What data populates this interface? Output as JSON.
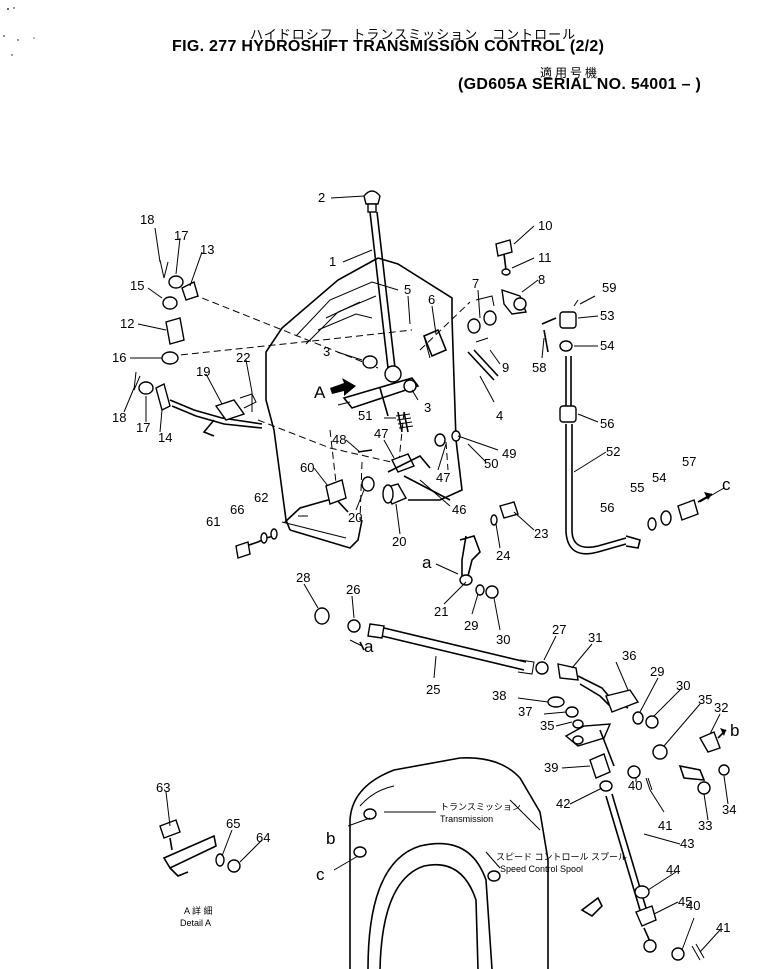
{
  "header": {
    "title_jp": "ハイドロシフ　 トランスミッション　コントロール",
    "title_en": "FIG. 277  HYDROSHIFT TRANSMISSION CONTROL (2/2)",
    "applicability_jp": "適用号機",
    "serial_en": "(GD605A SERIAL NO. 54001 – )"
  },
  "callouts": {
    "detail_jp": "A 詳 細",
    "detail_en": "Detail A",
    "transmission_jp": "トランスミッション",
    "transmission_en": "Transmission",
    "spool_jp": "スピード コントロール スプール",
    "spool_en": "Speed Control Spool"
  },
  "letters": {
    "A": "A",
    "a": "a",
    "b": "b",
    "c": "c"
  },
  "parts": [
    {
      "no": "1"
    },
    {
      "no": "2"
    },
    {
      "no": "3"
    },
    {
      "no": "3"
    },
    {
      "no": "4"
    },
    {
      "no": "5"
    },
    {
      "no": "6"
    },
    {
      "no": "7"
    },
    {
      "no": "8"
    },
    {
      "no": "9"
    },
    {
      "no": "10"
    },
    {
      "no": "11"
    },
    {
      "no": "12"
    },
    {
      "no": "13"
    },
    {
      "no": "14"
    },
    {
      "no": "15"
    },
    {
      "no": "16"
    },
    {
      "no": "17"
    },
    {
      "no": "17"
    },
    {
      "no": "18"
    },
    {
      "no": "18"
    },
    {
      "no": "19"
    },
    {
      "no": "20"
    },
    {
      "no": "20"
    },
    {
      "no": "21"
    },
    {
      "no": "22"
    },
    {
      "no": "23"
    },
    {
      "no": "24"
    },
    {
      "no": "25"
    },
    {
      "no": "26"
    },
    {
      "no": "27"
    },
    {
      "no": "28"
    },
    {
      "no": "29"
    },
    {
      "no": "29"
    },
    {
      "no": "30"
    },
    {
      "no": "30"
    },
    {
      "no": "31"
    },
    {
      "no": "32"
    },
    {
      "no": "33"
    },
    {
      "no": "34"
    },
    {
      "no": "35"
    },
    {
      "no": "35"
    },
    {
      "no": "36"
    },
    {
      "no": "37"
    },
    {
      "no": "38"
    },
    {
      "no": "39"
    },
    {
      "no": "40"
    },
    {
      "no": "40"
    },
    {
      "no": "41"
    },
    {
      "no": "41"
    },
    {
      "no": "42"
    },
    {
      "no": "43"
    },
    {
      "no": "44"
    },
    {
      "no": "45"
    },
    {
      "no": "46"
    },
    {
      "no": "47"
    },
    {
      "no": "47"
    },
    {
      "no": "48"
    },
    {
      "no": "49"
    },
    {
      "no": "50"
    },
    {
      "no": "51"
    },
    {
      "no": "52"
    },
    {
      "no": "53"
    },
    {
      "no": "54"
    },
    {
      "no": "54"
    },
    {
      "no": "55"
    },
    {
      "no": "56"
    },
    {
      "no": "56"
    },
    {
      "no": "57"
    },
    {
      "no": "58"
    },
    {
      "no": "59"
    },
    {
      "no": "60"
    },
    {
      "no": "61"
    },
    {
      "no": "62"
    },
    {
      "no": "63"
    },
    {
      "no": "64"
    },
    {
      "no": "65"
    },
    {
      "no": "66"
    }
  ]
}
